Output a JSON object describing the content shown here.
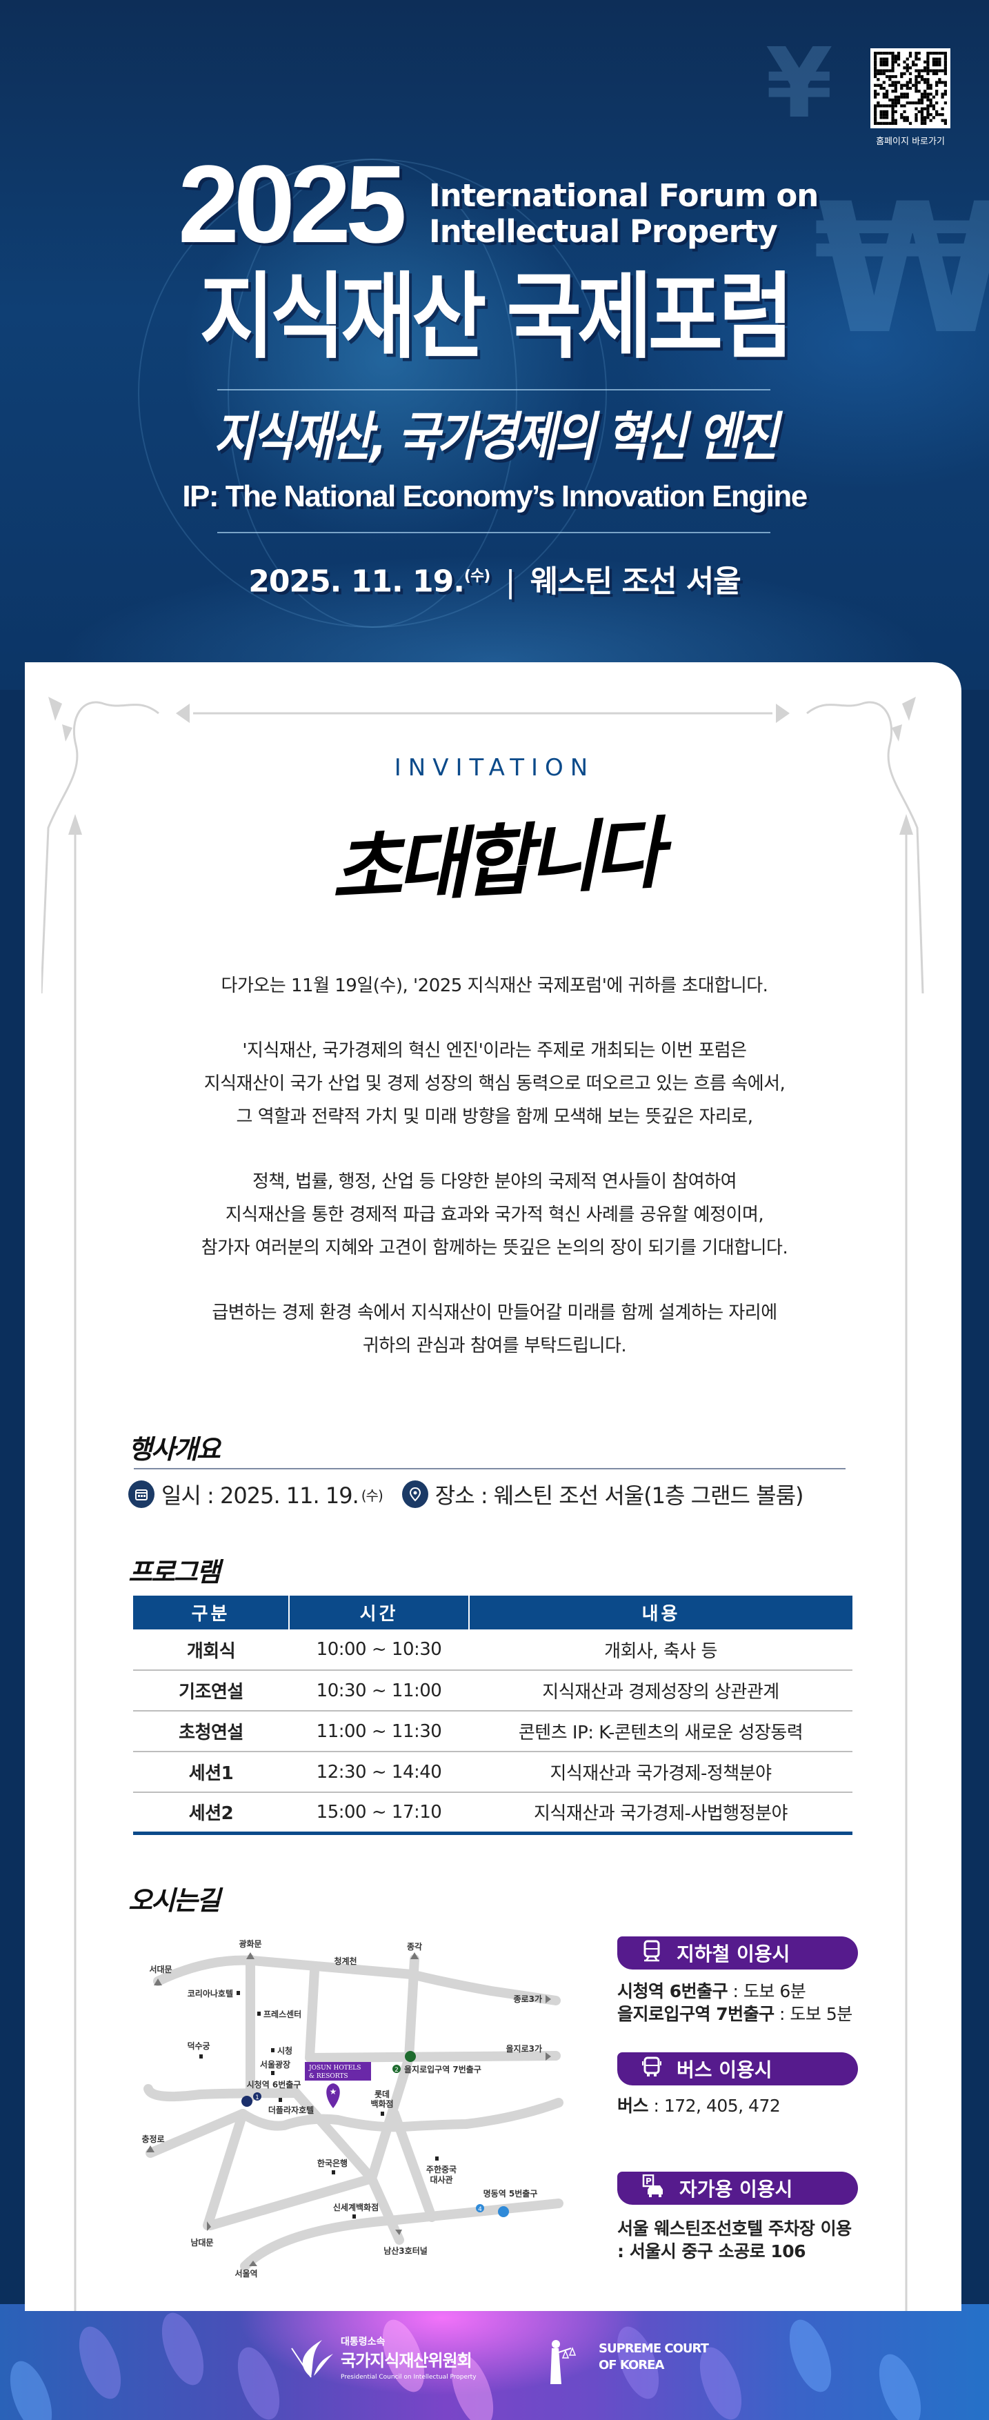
{
  "header": {
    "qr_label": "홈페이지 바로가기",
    "year": "2025",
    "title_en_line1": "International Forum on",
    "title_en_line2": "Intellectual Property",
    "title_ko": "지식재산 국제포럼",
    "theme_ko": "지식재산, 국가경제의 혁신 엔진",
    "theme_en": "IP: The National Economy’s Innovation Engine",
    "date": "2025. 11. 19.",
    "weekday": "(수)",
    "separator": "|",
    "venue": "웨스틴 조선 서울"
  },
  "invitation": {
    "label": "INVITATION",
    "calligraphy": "초대합니다",
    "paragraphs": [
      [
        "다가오는 11월 19일(수), '2025 지식재산 국제포럼'에 귀하를 초대합니다."
      ],
      [
        "'지식재산, 국가경제의 혁신 엔진'이라는 주제로 개최되는 이번 포럼은",
        "지식재산이 국가 산업 및 경제 성장의 핵심 동력으로 떠오르고 있는 흐름 속에서,",
        "그 역할과 전략적 가치 및 미래 방향을 함께 모색해 보는 뜻깊은 자리로,"
      ],
      [
        "정책, 법률, 행정, 산업 등 다양한 분야의 국제적 연사들이 참여하여",
        "지식재산을 통한 경제적 파급 효과와 국가적 혁신 사례를 공유할 예정이며,",
        "참가자 여러분의 지혜와 고견이 함께하는 뜻깊은 논의의 장이 되기를 기대합니다."
      ],
      [
        "급변하는 경제 환경 속에서 지식재산이 만들어갈 미래를 함께 설계하는 자리에",
        "귀하의 관심과 참여를 부탁드립니다."
      ]
    ]
  },
  "overview": {
    "title": "행사개요",
    "date_label": "일시 : 2025. 11. 19.",
    "date_weekday": "(수)",
    "venue_label": "장소 : 웨스틴 조선 서울(1층 그랜드 볼룸)"
  },
  "program": {
    "title": "프로그램",
    "headers": [
      "구분",
      "시간",
      "내용"
    ],
    "rows": [
      [
        "개회식",
        "10:00 ~ 10:30",
        "개회사, 축사 등"
      ],
      [
        "기조연설",
        "10:30 ~ 11:00",
        "지식재산과 경제성장의 상관관계"
      ],
      [
        "초청연설",
        "11:00 ~ 11:30",
        "콘텐츠 IP: K-콘텐츠의 새로운 성장동력"
      ],
      [
        "세션1",
        "12:30 ~ 14:40",
        "지식재산과 국가경제-정책분야"
      ],
      [
        "세션2",
        "15:00 ~ 17:10",
        "지식재산과 국가경제-사법행정분야"
      ]
    ]
  },
  "directions": {
    "title": "오시는길",
    "map_labels": {
      "gwanghwamun": "광화문",
      "jonggak": "종각",
      "seodaemun": "서대문",
      "cheonggyecheon": "청계천",
      "koreana": "코리아나호텔",
      "presscenter": "프레스센터",
      "jongno3ga": "종로3가",
      "deoksugung": "덕수궁",
      "cityhall": "시청",
      "seoulplaza": "서울광장",
      "euljiro3ga": "을지로3가",
      "josun1": "JOSUN HOTELS",
      "josun2": "& RESORTS",
      "euljiro_exit": "을지로입구역 7번출구",
      "euljiro_num": "2",
      "cityhall_exit": "시청역 6번출구",
      "cityhall_num": "1",
      "plaza_hotel": "더플라자호텔",
      "lotte1": "롯데",
      "lotte2": "백화점",
      "chungjeongno": "충정로",
      "bok": "한국은행",
      "embassy1": "주한중국",
      "embassy2": "대사관",
      "shinsegae": "신세계백화점",
      "myeongdong_exit": "명동역 5번출구",
      "myeongdong_num": "4",
      "namdaemun": "남대문",
      "tunnel": "남산3호터널",
      "seoul_station": "서울역"
    },
    "subway": {
      "title": "지하철 이용시",
      "line1_bold": "시청역 6번출구",
      "line1_rest": " : 도보 6분",
      "line2_bold": "을지로입구역 7번출구",
      "line2_rest": " : 도보 5분"
    },
    "bus": {
      "title": "버스 이용시",
      "line_bold": "버스",
      "line_rest": " : 172, 405, 472"
    },
    "car": {
      "title": "자가용 이용시",
      "line1": "서울 웨스틴조선호텔 주차장 이용",
      "line2": ": 서울시 중구 소공로 106"
    }
  },
  "footer": {
    "org1_small": "대통령소속",
    "org1_name": "국가지식재산위원회",
    "org1_en": "Presidential Council on Intellectual Property",
    "org2_line1": "SUPREME COURT",
    "org2_line2": "OF KOREA"
  },
  "colors": {
    "navy": "#0b4a8a",
    "purple": "#561b8d",
    "hero_bg": "#0f3f74"
  }
}
